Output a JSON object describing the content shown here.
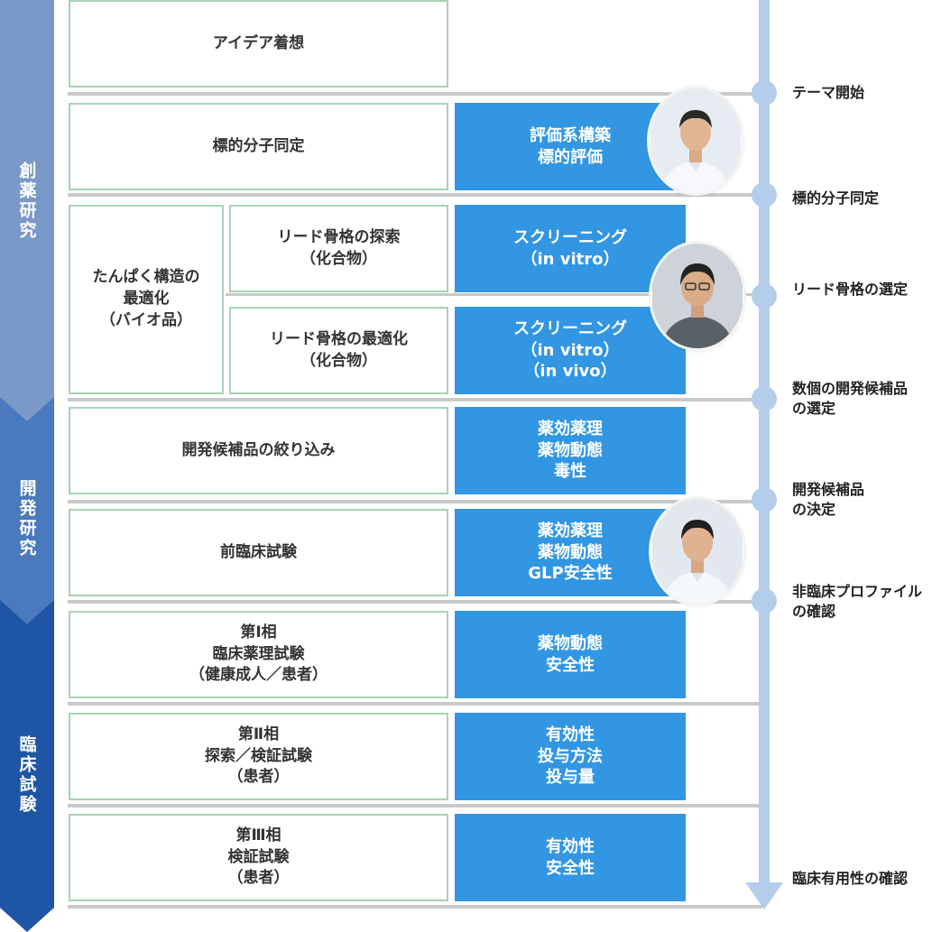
{
  "phases": [
    "創薬研究",
    "開発研究",
    "臨床試験"
  ],
  "stages": {
    "idea": "アイデア着想",
    "target": "標的分子同定",
    "protein": "たんぱく構造の\n最適化\n（バイオ品）",
    "lead_search": "リード骨格の探索\n（化合物）",
    "lead_opt": "リード骨格の最適化\n（化合物）",
    "narrow": "開発候補品の絞り込み",
    "preclinical": "前臨床試験",
    "phase1": "第Ⅰ相\n臨床薬理試験\n（健康成人／患者）",
    "phase2": "第Ⅱ相\n探索／検証試験\n（患者）",
    "phase3": "第Ⅲ相\n検証試験\n（患者）"
  },
  "activities": {
    "target": "評価系構築\n標的評価",
    "lead_search": "スクリーニング\n（in vitro）",
    "lead_opt": "スクリーニング\n（in vitro）\n（in vivo）",
    "narrow": "薬効薬理\n薬物動態\n毒性",
    "preclinical": "薬効薬理\n薬物動態\nGLP安全性",
    "phase1": "薬物動態\n安全性",
    "phase2": "有効性\n投与方法\n投与量",
    "phase3": "有効性\n安全性"
  },
  "milestones": [
    "テーマ開始",
    "標的分子同定",
    "リード骨格の選定",
    "数個の開発候補品\nの選定",
    "開発候補品\nの決定",
    "非臨床プロファイル\nの確認",
    "臨床有用性の確認"
  ],
  "colors": {
    "phase_research": "#7a99c9",
    "phase_development": "#4a79bd",
    "phase_clinical": "#1e56a5",
    "activity_box": "#3296e2",
    "stage_border": "#a8d2b6",
    "timeline": "#b3cdeb"
  }
}
